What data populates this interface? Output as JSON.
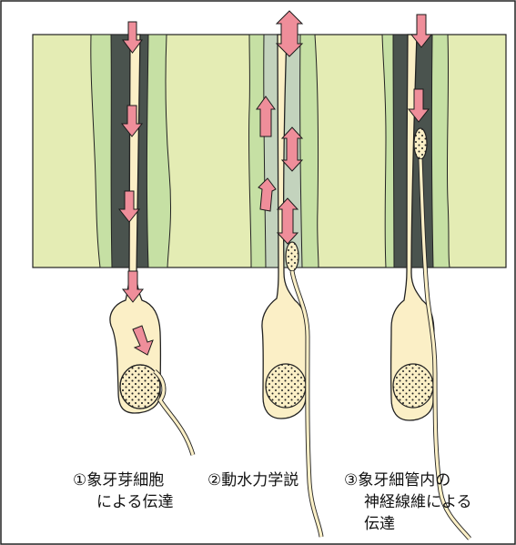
{
  "colors": {
    "dentin": "#e4ecb4",
    "tubule_wall": "#c6e0a4",
    "tubule_dark": "#4a534e",
    "tubule_fluid": "#c3d3bd",
    "cell": "#fbefc6",
    "arrow": "#ef8e9a",
    "outline": "#1a1a1a"
  },
  "captions": [
    {
      "id": "1",
      "lines": [
        "①象牙芽細胞",
        "による伝達"
      ]
    },
    {
      "id": "2",
      "lines": [
        "②動水力学説"
      ]
    },
    {
      "id": "3",
      "lines": [
        "③象牙細管内の",
        "神経線維による",
        "伝達"
      ]
    }
  ]
}
